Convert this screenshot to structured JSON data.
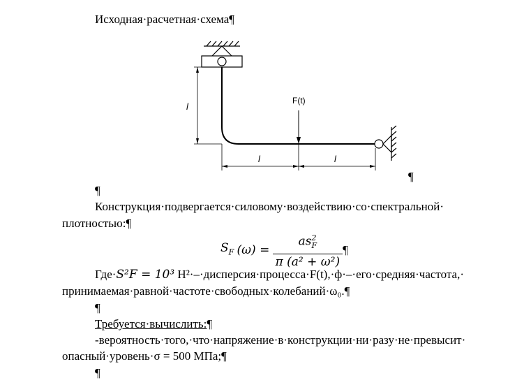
{
  "heading": "Исходная·расчетная·схема¶",
  "diagram": {
    "force_label": "F(t)",
    "length_label": "l"
  },
  "pilcrow_after_diagram": "¶",
  "empty_para_1": "¶",
  "para1_line1": "Конструкция·подвергается·силовому·воздействию·со·спектральной·",
  "para1_line2": "плотностью:¶",
  "formula": {
    "lhs": "S",
    "lhs_sub": "F",
    "lhs_arg": "(ω) =",
    "num": "as",
    "num_sub": "F",
    "num_sup": "2",
    "den": "π (a² + ω²)",
    "pilcrow": "¶"
  },
  "para2_line1_a": "Где·",
  "para2_line1_math": "S²F = 10³",
  "para2_line1_b": " Н²·–·дисперсия·процесса·F(t),·ф·–·его·средняя·частота,·",
  "para2_line2": "принимаемая·равной·частоте·свободных·колебаний·ω₀.¶",
  "empty_para_2": "¶",
  "required_label": "Требуется·вычислить:",
  "required_pilcrow": "¶",
  "item1_line1": "-вероятность·того,·что·напряжение·в·конструкции·ни·разу·не·превысит·",
  "item1_line2": "опасный·уровень·σ = 500 МПа;¶",
  "empty_para_3": "¶"
}
